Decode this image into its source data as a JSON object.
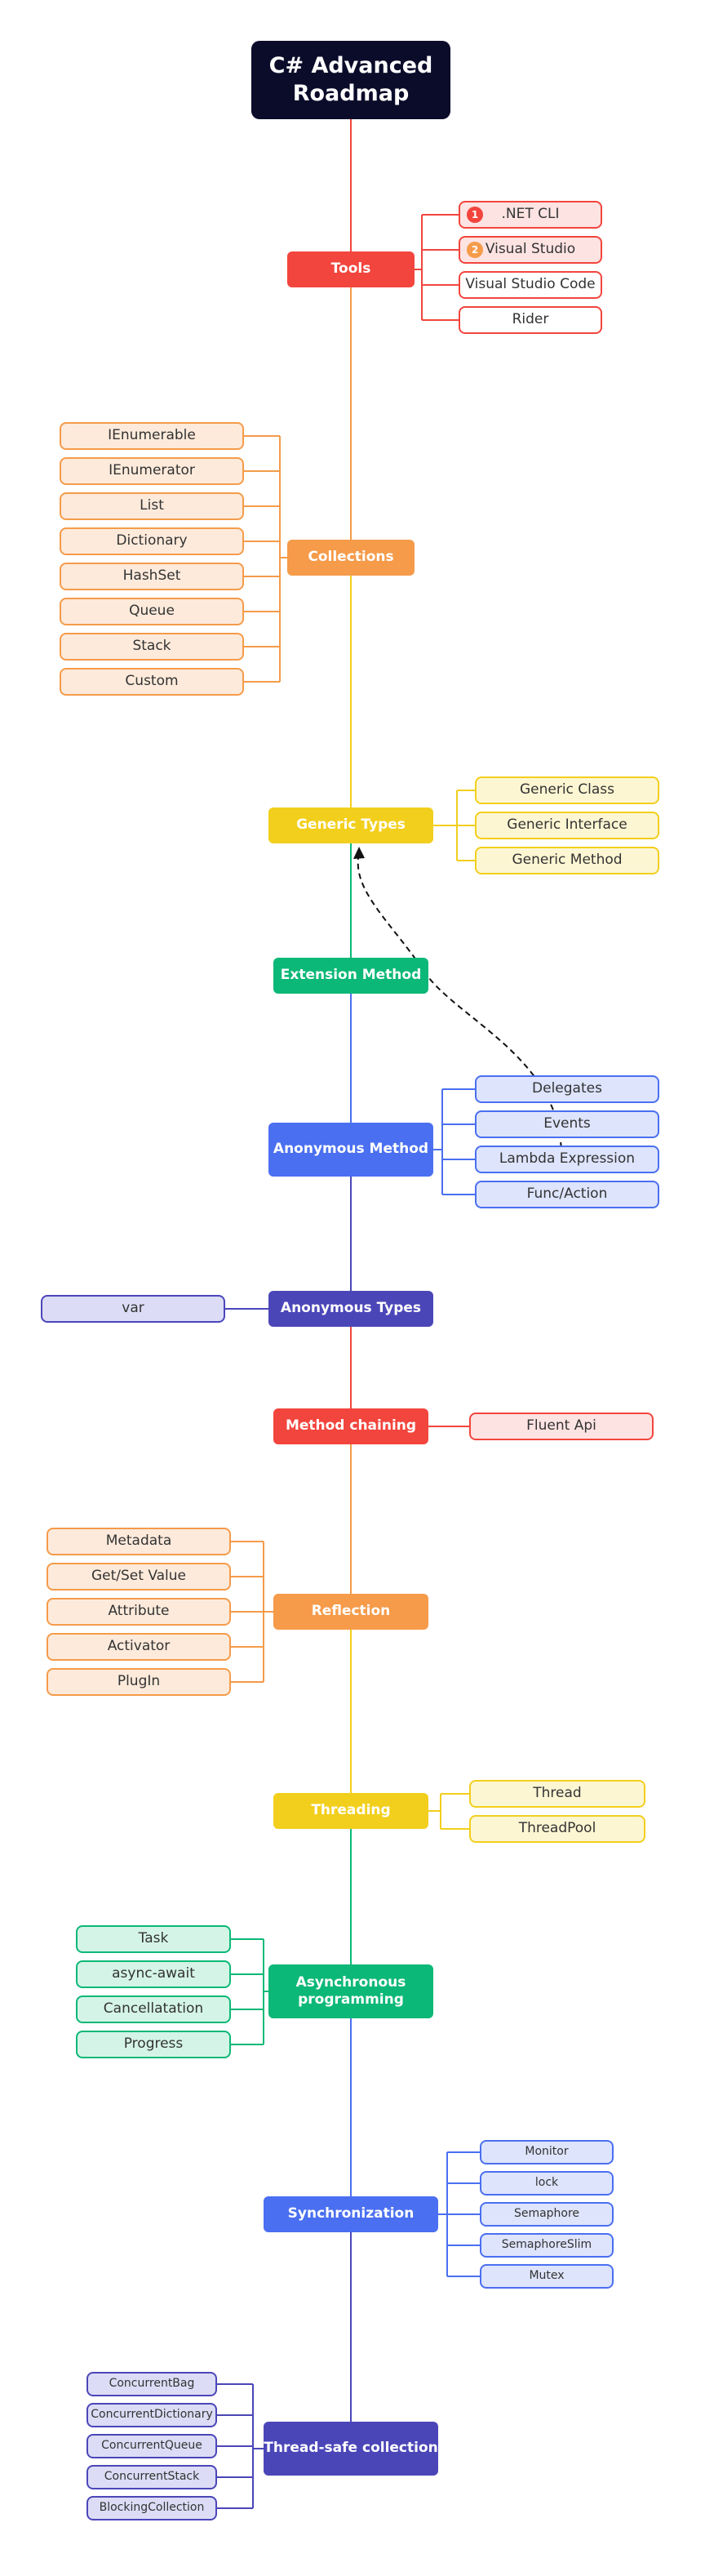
{
  "title": "C# Advanced Roadmap",
  "colors": {
    "red": "#f2453d",
    "orange": "#f59b4a",
    "yellow": "#f2cf1d",
    "green": "#0cb877",
    "blue": "#4a6ff0",
    "indigo": "#4b46b8",
    "title_bg": "#0b0c2a"
  },
  "nodes": [
    {
      "label": "Tools",
      "color": "red",
      "children": [
        {
          "label": ".NET CLI",
          "badge": "1",
          "badge_color": "#f2453d"
        },
        {
          "label": "Visual Studio",
          "badge": "2",
          "badge_color": "#f59b4a"
        },
        {
          "label": "Visual Studio Code"
        },
        {
          "label": "Rider"
        }
      ]
    },
    {
      "label": "Collections",
      "color": "orange",
      "children": [
        {
          "label": "IEnumerable"
        },
        {
          "label": "IEnumerator"
        },
        {
          "label": "List"
        },
        {
          "label": "Dictionary"
        },
        {
          "label": "HashSet"
        },
        {
          "label": "Queue"
        },
        {
          "label": "Stack"
        },
        {
          "label": "Custom"
        }
      ]
    },
    {
      "label": "Generic Types",
      "color": "yellow",
      "children": [
        {
          "label": "Generic Class"
        },
        {
          "label": "Generic Interface"
        },
        {
          "label": "Generic Method"
        }
      ]
    },
    {
      "label": "Extension Method",
      "color": "green",
      "children": []
    },
    {
      "label": "Anonymous Method",
      "color": "blue",
      "children": [
        {
          "label": "Delegates"
        },
        {
          "label": "Events"
        },
        {
          "label": "Lambda Expression"
        },
        {
          "label": "Func/Action"
        }
      ]
    },
    {
      "label": "Anonymous Types",
      "color": "indigo",
      "children": [
        {
          "label": "var"
        }
      ]
    },
    {
      "label": "Method chaining",
      "color": "red",
      "children": [
        {
          "label": "Fluent Api"
        }
      ]
    },
    {
      "label": "Reflection",
      "color": "orange",
      "children": [
        {
          "label": "Metadata"
        },
        {
          "label": "Get/Set Value"
        },
        {
          "label": "Attribute"
        },
        {
          "label": "Activator"
        },
        {
          "label": "PlugIn"
        }
      ]
    },
    {
      "label": "Threading",
      "color": "yellow",
      "children": [
        {
          "label": "Thread"
        },
        {
          "label": "ThreadPool"
        }
      ]
    },
    {
      "label": "Asynchronous programming",
      "color": "green",
      "children": [
        {
          "label": "Task"
        },
        {
          "label": "async-await"
        },
        {
          "label": "Cancellatation"
        },
        {
          "label": "Progress"
        }
      ]
    },
    {
      "label": "Synchronization",
      "color": "blue",
      "children": [
        {
          "label": "Monitor"
        },
        {
          "label": "lock"
        },
        {
          "label": "Semaphore"
        },
        {
          "label": "SemaphoreSlim"
        },
        {
          "label": "Mutex"
        }
      ]
    },
    {
      "label": "Thread-safe collection",
      "color": "indigo",
      "children": [
        {
          "label": "ConcurrentBag"
        },
        {
          "label": "ConcurrentDictionary"
        },
        {
          "label": "ConcurrentQueue"
        },
        {
          "label": "ConcurrentStack"
        },
        {
          "label": "BlockingCollection"
        }
      ]
    }
  ]
}
